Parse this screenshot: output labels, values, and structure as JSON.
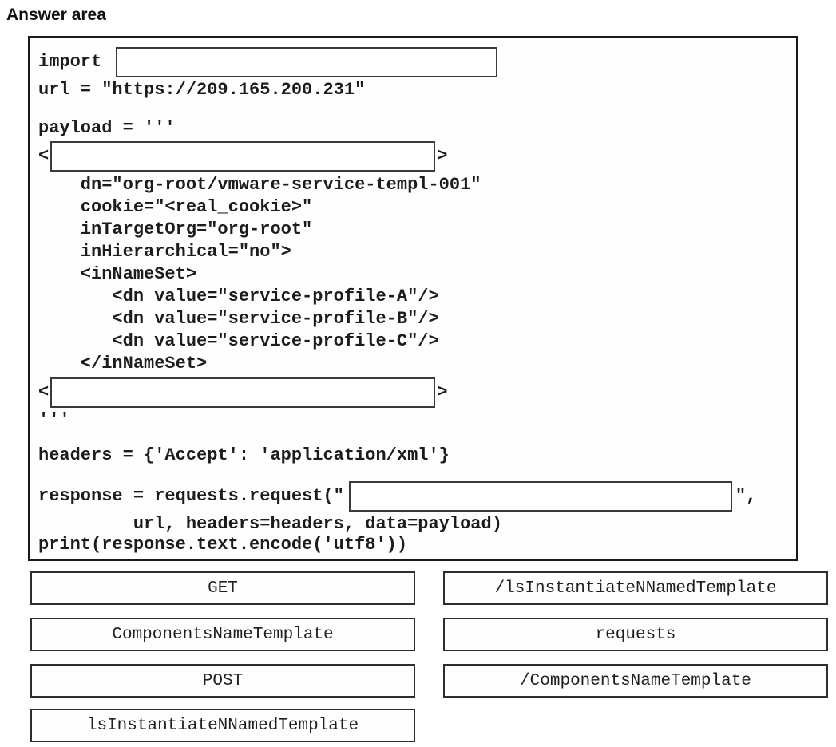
{
  "heading": "Answer area",
  "code": {
    "import_keyword": "import",
    "url_line": "url = \"https://209.165.200.231\"",
    "payload_line": "payload = '''",
    "bracket_open": "<",
    "bracket_close": ">",
    "xml_body": [
      "    dn=\"org-root/vmware-service-templ-001\"",
      "    cookie=\"<real_cookie>\"",
      "    inTargetOrg=\"org-root\"",
      "    inHierarchical=\"no\">",
      "    <inNameSet>",
      "       <dn value=\"service-profile-A\"/>",
      "       <dn value=\"service-profile-B\"/>",
      "       <dn value=\"service-profile-C\"/>",
      "    </inNameSet>"
    ],
    "triple_quote": "'''",
    "headers_line": "headers = {'Accept': 'application/xml'}",
    "response_prefix": "response = requests.request(\"",
    "response_suffix": "\",",
    "response_continuation": "         url, headers=headers, data=payload)",
    "print_line": "print(response.text.encode('utf8'))"
  },
  "blanks": {
    "import_value": "",
    "open_tag_value": "",
    "close_tag_value": "",
    "method_value": ""
  },
  "options": {
    "left": [
      "GET",
      "ComponentsNameTemplate",
      "POST",
      "lsInstantiateNNamedTemplate"
    ],
    "right": [
      "/lsInstantiateNNamedTemplate",
      "requests",
      "/ComponentsNameTemplate"
    ]
  },
  "colors": {
    "text": "#1c1c1c",
    "panel_border": "#1a1a1a",
    "blank_border": "#3a3a3a",
    "option_border": "#2e2e2e",
    "background": "#ffffff"
  }
}
